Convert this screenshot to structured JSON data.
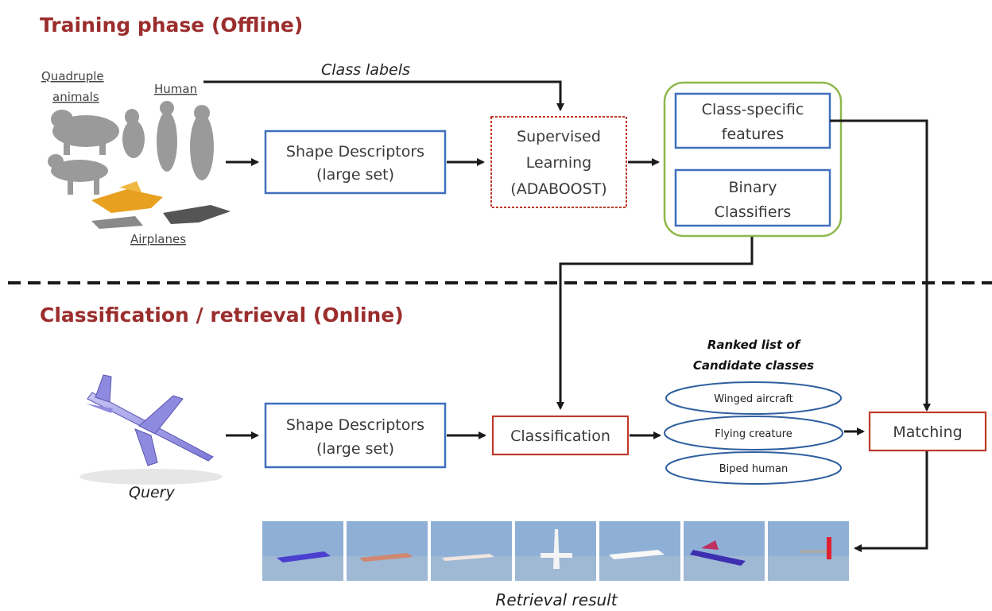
{
  "training": {
    "title": "Training phase (Offline)",
    "class_labels": "Class labels",
    "categories": [
      "Quadruple",
      "animals",
      "Human",
      "Airplanes"
    ],
    "shape_descriptors": [
      "Shape Descriptors",
      "(large set)"
    ],
    "supervised": [
      "Supervised",
      "Learning",
      "(ADABOOST)"
    ],
    "class_specific": [
      "Class-specific",
      "features"
    ],
    "binary": [
      "Binary",
      "Classifiers"
    ]
  },
  "online": {
    "title": "Classification / retrieval (Online)",
    "query": "Query",
    "shape_descriptors": [
      "Shape Descriptors",
      "(large set)"
    ],
    "classification": "Classification",
    "ranked_title": [
      "Ranked list of",
      "Candidate classes"
    ],
    "candidates": [
      "Winged aircraft",
      "Flying creature",
      "Biped human"
    ],
    "matching": "Matching",
    "retrieval": "Retrieval result"
  },
  "colors": {
    "title_red": "#9b2d2d",
    "box_blue": "#3f6fbd",
    "box_red": "#c0392b",
    "group_green": "#8db84a"
  }
}
